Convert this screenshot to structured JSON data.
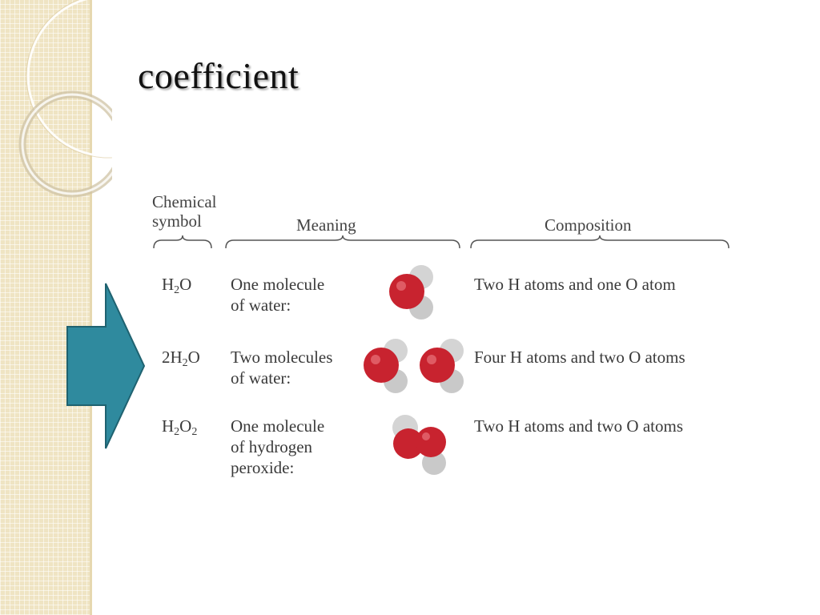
{
  "slide": {
    "title": "coefficient"
  },
  "table": {
    "headers": {
      "symbol_line1": "Chemical",
      "symbol_line2": "symbol",
      "meaning": "Meaning",
      "composition": "Composition"
    },
    "rows": [
      {
        "symbol_parts": [
          "H",
          "2",
          "O"
        ],
        "meaning_lines": [
          "One molecule",
          "of water:"
        ],
        "composition": "Two H atoms and one O atom"
      },
      {
        "symbol_parts": [
          "2H",
          "2",
          "O"
        ],
        "meaning_lines": [
          "Two molecules",
          "of water:"
        ],
        "composition": "Four H atoms and two O atoms"
      },
      {
        "symbol_parts": [
          "H",
          "2",
          "O",
          "2"
        ],
        "meaning_lines": [
          "One molecule",
          "of hydrogen",
          "peroxide:"
        ],
        "composition": "Two H atoms and two O atoms"
      }
    ]
  },
  "colors": {
    "arrow_fill": "#2f8a9e",
    "arrow_stroke": "#1f6270",
    "oxygen": "#c8232f",
    "hydrogen": "#d4d4d4",
    "sidebar": "#efe4c3"
  },
  "icons": {
    "arrow": "right-arrow-icon",
    "water_molecule": "water-molecule-icon",
    "peroxide_molecule": "hydrogen-peroxide-molecule-icon"
  }
}
